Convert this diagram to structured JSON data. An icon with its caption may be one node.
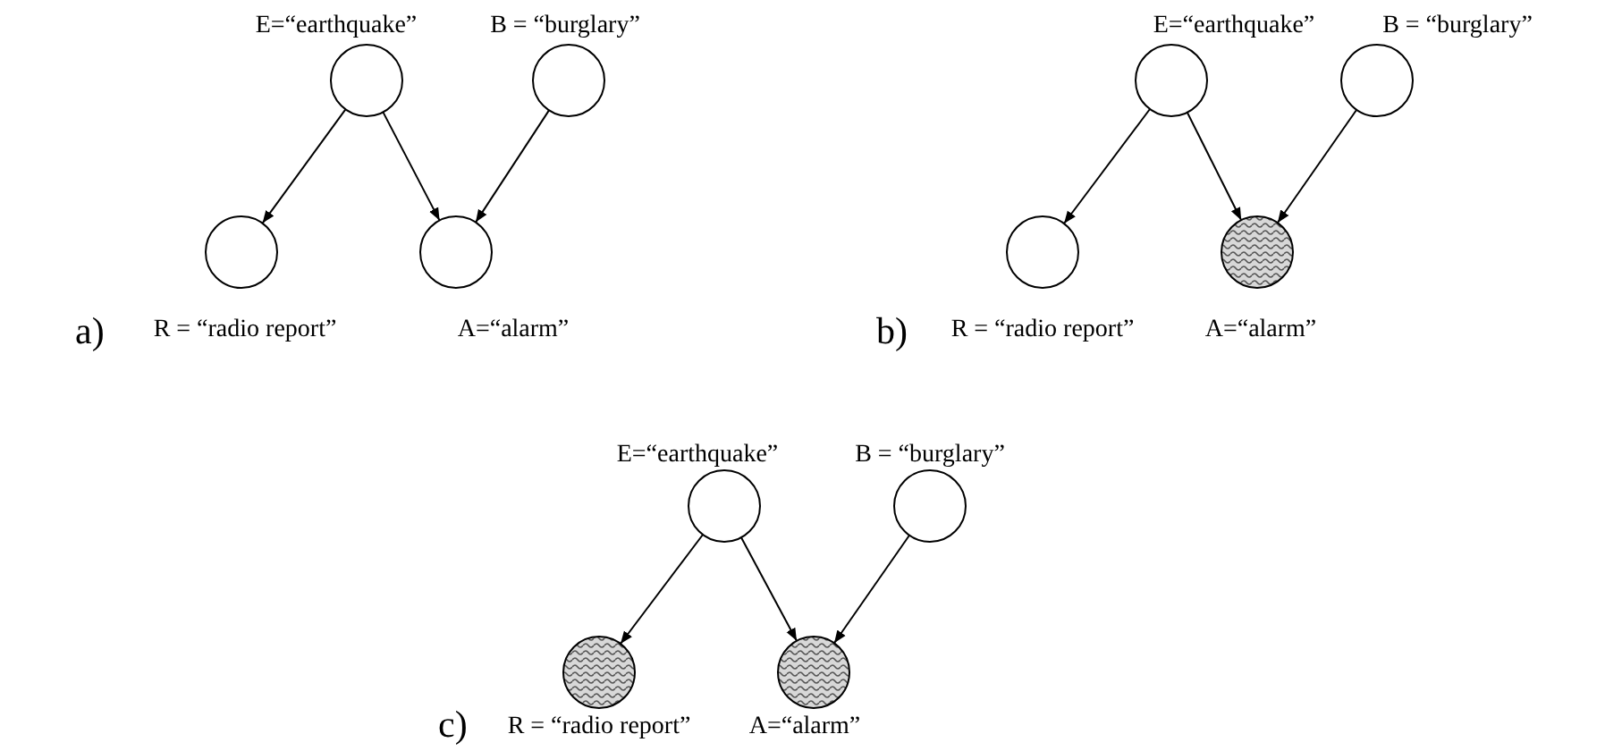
{
  "diagram": {
    "nodes": [
      {
        "text": [],
        "shape": "circle",
        "beside": [
          "E=“earthquake”"
        ]
      },
      {
        "text": [],
        "shape": "circle",
        "beside": [
          "B = “burglary”"
        ]
      },
      {
        "text": [],
        "shape": "circle",
        "beside": [
          "R = “radio report”"
        ]
      },
      {
        "text": [],
        "shape": "circle",
        "beside": [
          "A=“alarm”"
        ]
      },
      {
        "text": [],
        "shape": "circle",
        "beside": [
          "E=“earthquake”"
        ]
      },
      {
        "text": [],
        "shape": "circle",
        "beside": [
          "B = “burglary”"
        ]
      },
      {
        "text": [],
        "shape": "circle",
        "beside": [
          "R = “radio report”"
        ]
      },
      {
        "text": [],
        "shape": "disc",
        "beside": [
          "A=“alarm”"
        ]
      },
      {
        "text": [],
        "shape": "circle",
        "beside": [
          "E=“earthquake”"
        ]
      },
      {
        "text": [],
        "shape": "circle",
        "beside": [
          "B = “burglary”"
        ]
      },
      {
        "text": [],
        "shape": "disc",
        "beside": [
          "R = “radio report”"
        ]
      },
      {
        "text": [],
        "shape": "disc",
        "beside": [
          "A=“alarm”"
        ]
      }
    ],
    "edges": [
      {
        "from": 0,
        "to": 2,
        "arrow": "to"
      },
      {
        "from": 0,
        "to": 3,
        "arrow": "to"
      },
      {
        "from": 1,
        "to": 3,
        "arrow": "to"
      },
      {
        "from": 4,
        "to": 6,
        "arrow": "to"
      },
      {
        "from": 4,
        "to": 7,
        "arrow": "to"
      },
      {
        "from": 5,
        "to": 7,
        "arrow": "to"
      },
      {
        "from": 8,
        "to": 10,
        "arrow": "to"
      },
      {
        "from": 8,
        "to": 11,
        "arrow": "to"
      },
      {
        "from": 9,
        "to": 11,
        "arrow": "to"
      }
    ],
    "labels": [
      "a)",
      "b)",
      "c)"
    ]
  }
}
